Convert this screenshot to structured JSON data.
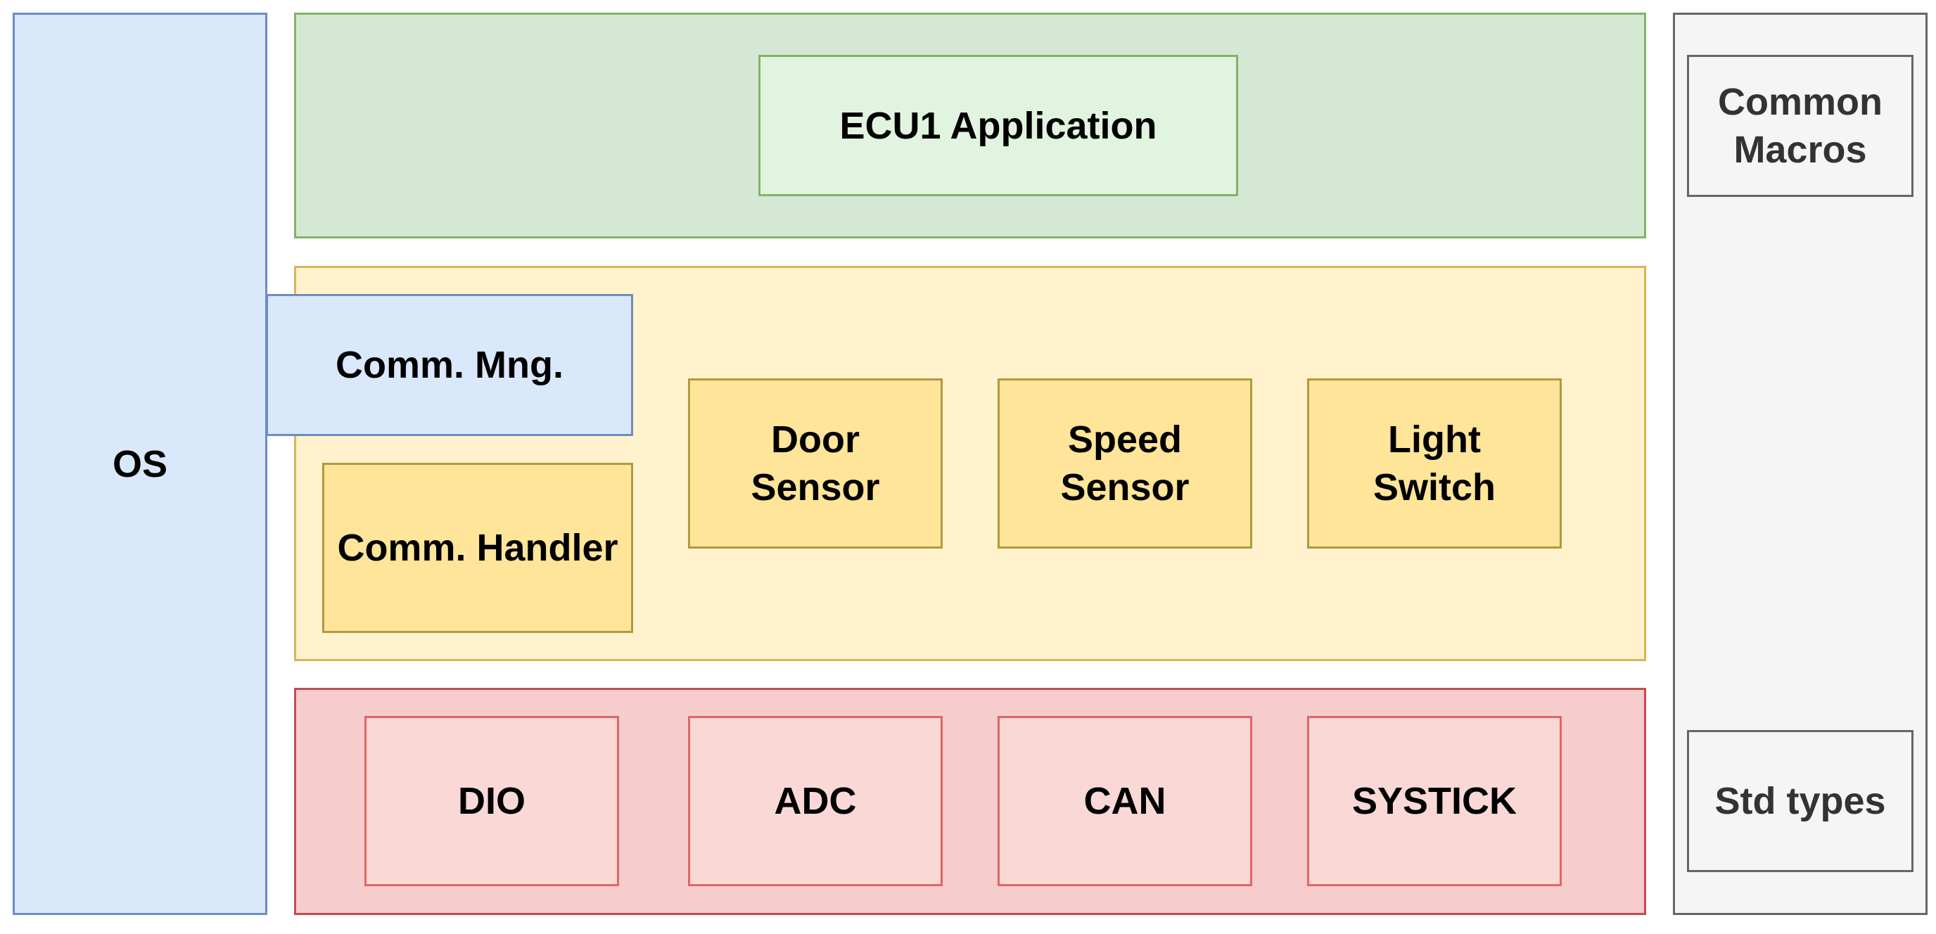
{
  "os": {
    "label": "OS"
  },
  "application_layer": {
    "label": "ECU1 Application"
  },
  "service_layer": {
    "comm_mng": "Comm. Mng.",
    "comm_handler": "Comm. Handler",
    "door_sensor": "Door\nSensor",
    "speed_sensor": "Speed\nSensor",
    "light_switch": "Light\nSwitch"
  },
  "driver_layer": {
    "dio": "DIO",
    "adc": "ADC",
    "can": "CAN",
    "systick": "SYSTICK"
  },
  "library_layer": {
    "common_macros": "Common\nMacros",
    "std_types": "Std types"
  },
  "colors": {
    "os_fill": "#dae8fc",
    "os_stroke": "#6c8ebf",
    "app_fill": "#d5e8d4",
    "app_stroke": "#82b366",
    "service_fill": "#fff2cc",
    "service_box_fill": "#ffe599",
    "service_stroke": "#d6b656",
    "driver_fill": "#f6cccd",
    "driver_box_fill": "#f9d8d6",
    "driver_stroke": "#e06666",
    "lib_fill": "#f5f5f5",
    "lib_stroke": "#666666"
  }
}
